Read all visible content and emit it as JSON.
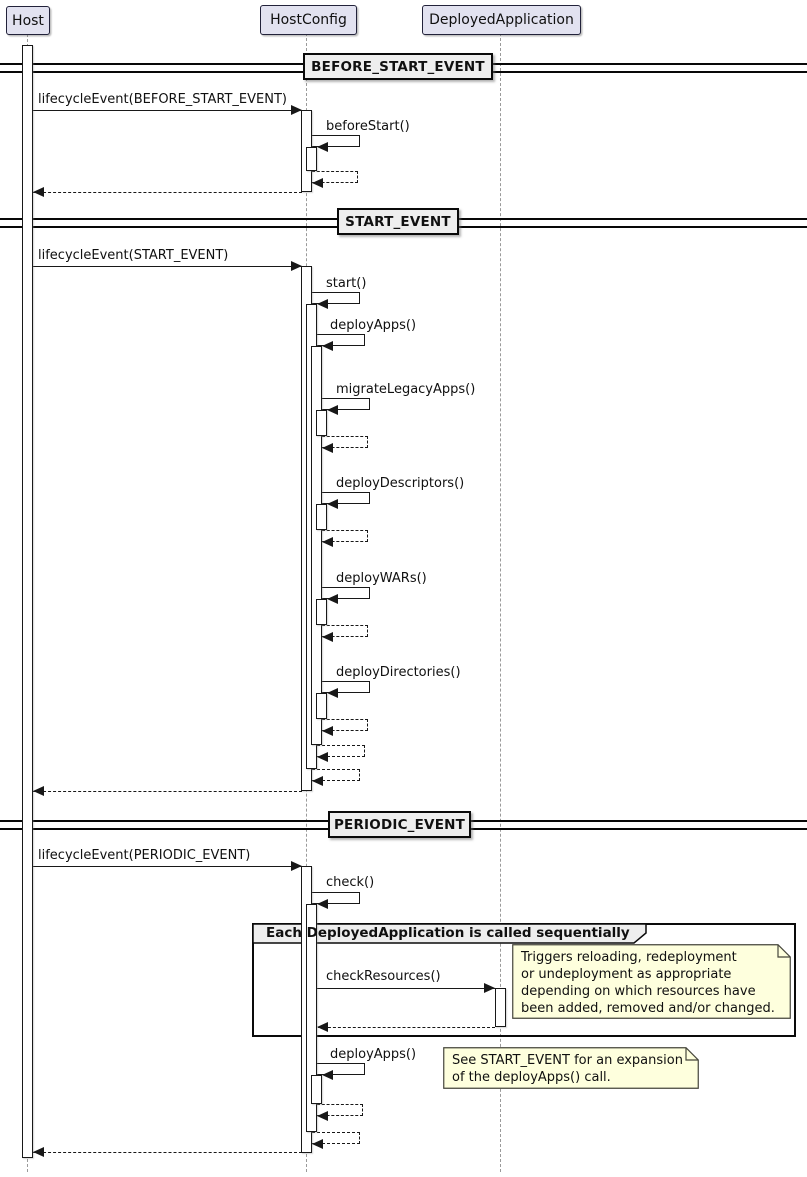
{
  "diagram_type": "uml-sequence-diagram",
  "participants": [
    {
      "name": "Host"
    },
    {
      "name": "HostConfig"
    },
    {
      "name": "DeployedApplication"
    }
  ],
  "dividers": [
    {
      "label": "BEFORE_START_EVENT"
    },
    {
      "label": "START_EVENT"
    },
    {
      "label": "PERIODIC_EVENT"
    }
  ],
  "messages": [
    {
      "label": "lifecycleEvent(BEFORE_START_EVENT)",
      "from": "Host",
      "to": "HostConfig",
      "kind": "call"
    },
    {
      "label": "beforeStart()",
      "from": "HostConfig",
      "to": "HostConfig",
      "kind": "self-call"
    },
    {
      "label": "lifecycleEvent(START_EVENT)",
      "from": "Host",
      "to": "HostConfig",
      "kind": "call"
    },
    {
      "label": "start()",
      "from": "HostConfig",
      "to": "HostConfig",
      "kind": "self-call"
    },
    {
      "label": "deployApps()",
      "from": "HostConfig",
      "to": "HostConfig",
      "kind": "self-call"
    },
    {
      "label": "migrateLegacyApps()",
      "from": "HostConfig",
      "to": "HostConfig",
      "kind": "self-call"
    },
    {
      "label": "deployDescriptors()",
      "from": "HostConfig",
      "to": "HostConfig",
      "kind": "self-call"
    },
    {
      "label": "deployWARs()",
      "from": "HostConfig",
      "to": "HostConfig",
      "kind": "self-call"
    },
    {
      "label": "deployDirectories()",
      "from": "HostConfig",
      "to": "HostConfig",
      "kind": "self-call"
    },
    {
      "label": "lifecycleEvent(PERIODIC_EVENT)",
      "from": "Host",
      "to": "HostConfig",
      "kind": "call"
    },
    {
      "label": "check()",
      "from": "HostConfig",
      "to": "HostConfig",
      "kind": "self-call"
    },
    {
      "label": "checkResources()",
      "from": "HostConfig",
      "to": "DeployedApplication",
      "kind": "call"
    },
    {
      "label": "deployApps()",
      "from": "HostConfig",
      "to": "HostConfig",
      "kind": "self-call"
    }
  ],
  "group": {
    "title": "Each DeployedApplication is called sequentially"
  },
  "notes": [
    {
      "lines": [
        "Triggers reloading, redeployment",
        "or undeployment as appropriate",
        "depending on which resources have",
        "been added, removed and/or changed."
      ]
    },
    {
      "lines": [
        "See START_EVENT for an expansion",
        "of the deployApps() call."
      ]
    }
  ],
  "colors": {
    "participant_fill": "#E2E2F0",
    "divider_fill": "#EEEEEE",
    "group_header_fill": "#EEEEEE",
    "note_fill": "#FEFFDD",
    "line": "#181818",
    "lifeline": "#9A9A9A"
  }
}
